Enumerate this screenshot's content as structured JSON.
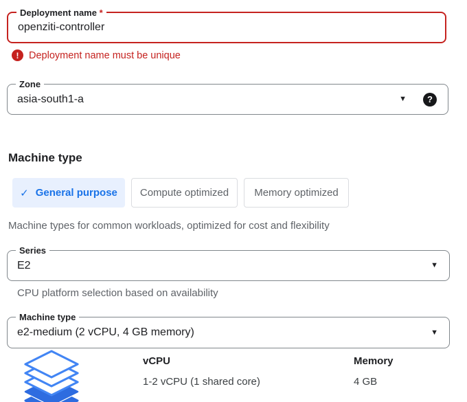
{
  "deployment": {
    "label": "Deployment name",
    "required_marker": "*",
    "value": "openziti-controller",
    "error_icon": "!",
    "error": "Deployment name must be unique"
  },
  "zone": {
    "label": "Zone",
    "value": "asia-south1-a",
    "help_icon": "?"
  },
  "machine_section": {
    "heading": "Machine type",
    "tabs": [
      {
        "label": "General purpose",
        "selected": true
      },
      {
        "label": "Compute optimized",
        "selected": false
      },
      {
        "label": "Memory optimized",
        "selected": false
      }
    ],
    "description": "Machine types for common workloads, optimized for cost and flexibility"
  },
  "series": {
    "label": "Series",
    "value": "E2",
    "note": "CPU platform selection based on availability"
  },
  "machine_type": {
    "label": "Machine type",
    "value": "e2-medium (2 vCPU, 4 GB memory)"
  },
  "specs": {
    "vcpu_header": "vCPU",
    "vcpu_value": "1-2 vCPU (1 shared core)",
    "memory_header": "Memory",
    "memory_value": "4 GB"
  },
  "icons": {
    "dropdown_caret": "▼",
    "check": "✓"
  },
  "colors": {
    "error_red": "#c5221f",
    "accent_blue": "#1a73e8",
    "selected_tab_bg": "#e8f0fe",
    "icon_outline_blue": "#4285f4",
    "icon_fill_blue": "#2e6ce0",
    "gray_text": "#5f6368",
    "field_border": "#80868b"
  }
}
